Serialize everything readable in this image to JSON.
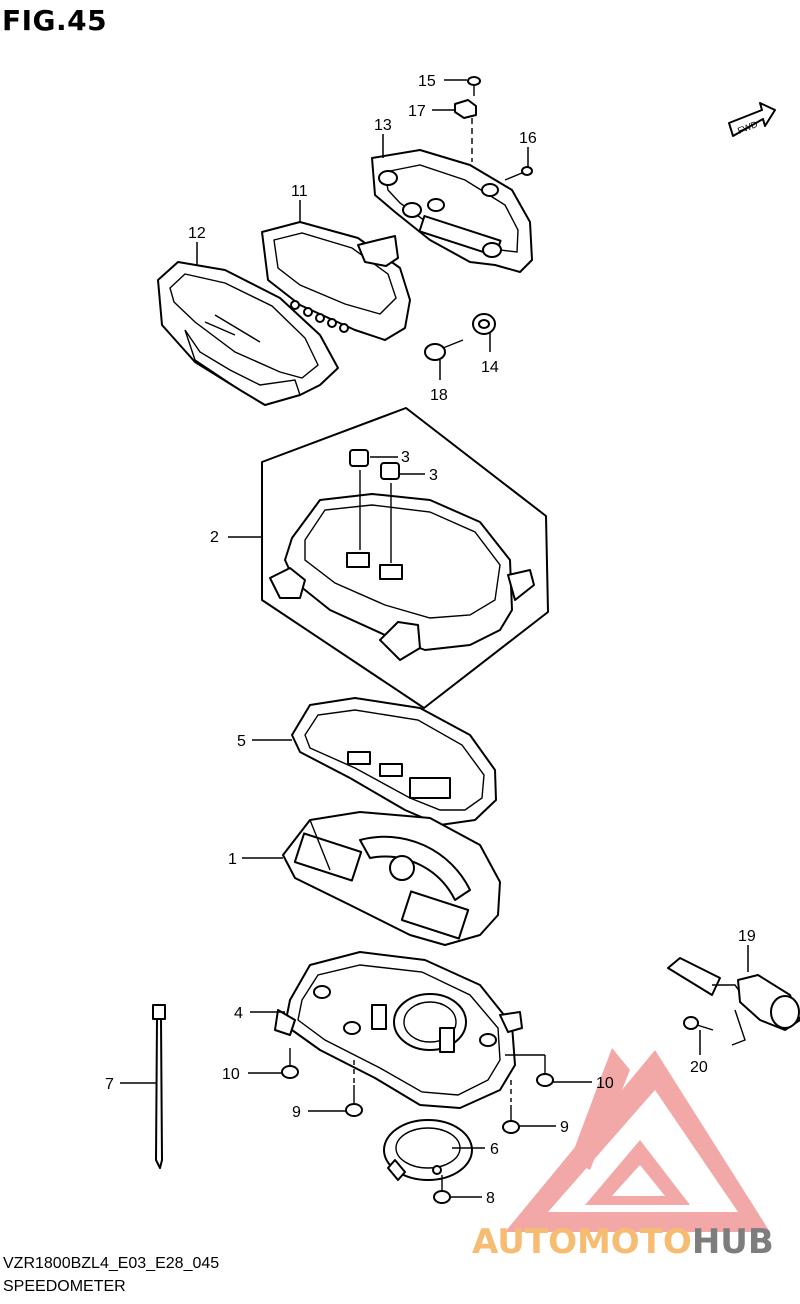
{
  "figure": {
    "title": "FIG.45",
    "model_code": "VZR1800BZL4_E03_E28_045",
    "group_name": "SPEEDOMETER",
    "fwd_label": "FWD"
  },
  "callouts": [
    {
      "id": "15",
      "label": "15"
    },
    {
      "id": "17",
      "label": "17"
    },
    {
      "id": "13",
      "label": "13"
    },
    {
      "id": "16",
      "label": "16"
    },
    {
      "id": "11",
      "label": "11"
    },
    {
      "id": "12",
      "label": "12"
    },
    {
      "id": "14",
      "label": "14"
    },
    {
      "id": "18",
      "label": "18"
    },
    {
      "id": "3a",
      "label": "3"
    },
    {
      "id": "3b",
      "label": "3"
    },
    {
      "id": "2",
      "label": "2"
    },
    {
      "id": "5",
      "label": "5"
    },
    {
      "id": "1",
      "label": "1"
    },
    {
      "id": "19",
      "label": "19"
    },
    {
      "id": "4",
      "label": "4"
    },
    {
      "id": "20",
      "label": "20"
    },
    {
      "id": "7",
      "label": "7"
    },
    {
      "id": "10a",
      "label": "10"
    },
    {
      "id": "10b",
      "label": "10"
    },
    {
      "id": "9a",
      "label": "9"
    },
    {
      "id": "9b",
      "label": "9"
    },
    {
      "id": "6",
      "label": "6"
    },
    {
      "id": "8",
      "label": "8"
    }
  ],
  "watermark": {
    "part_a": "AUTOMOTO",
    "part_b": "HUB",
    "color_a": "#f6bd72",
    "color_b": "#7d7d7d",
    "logo_color": "#f19a9a"
  }
}
